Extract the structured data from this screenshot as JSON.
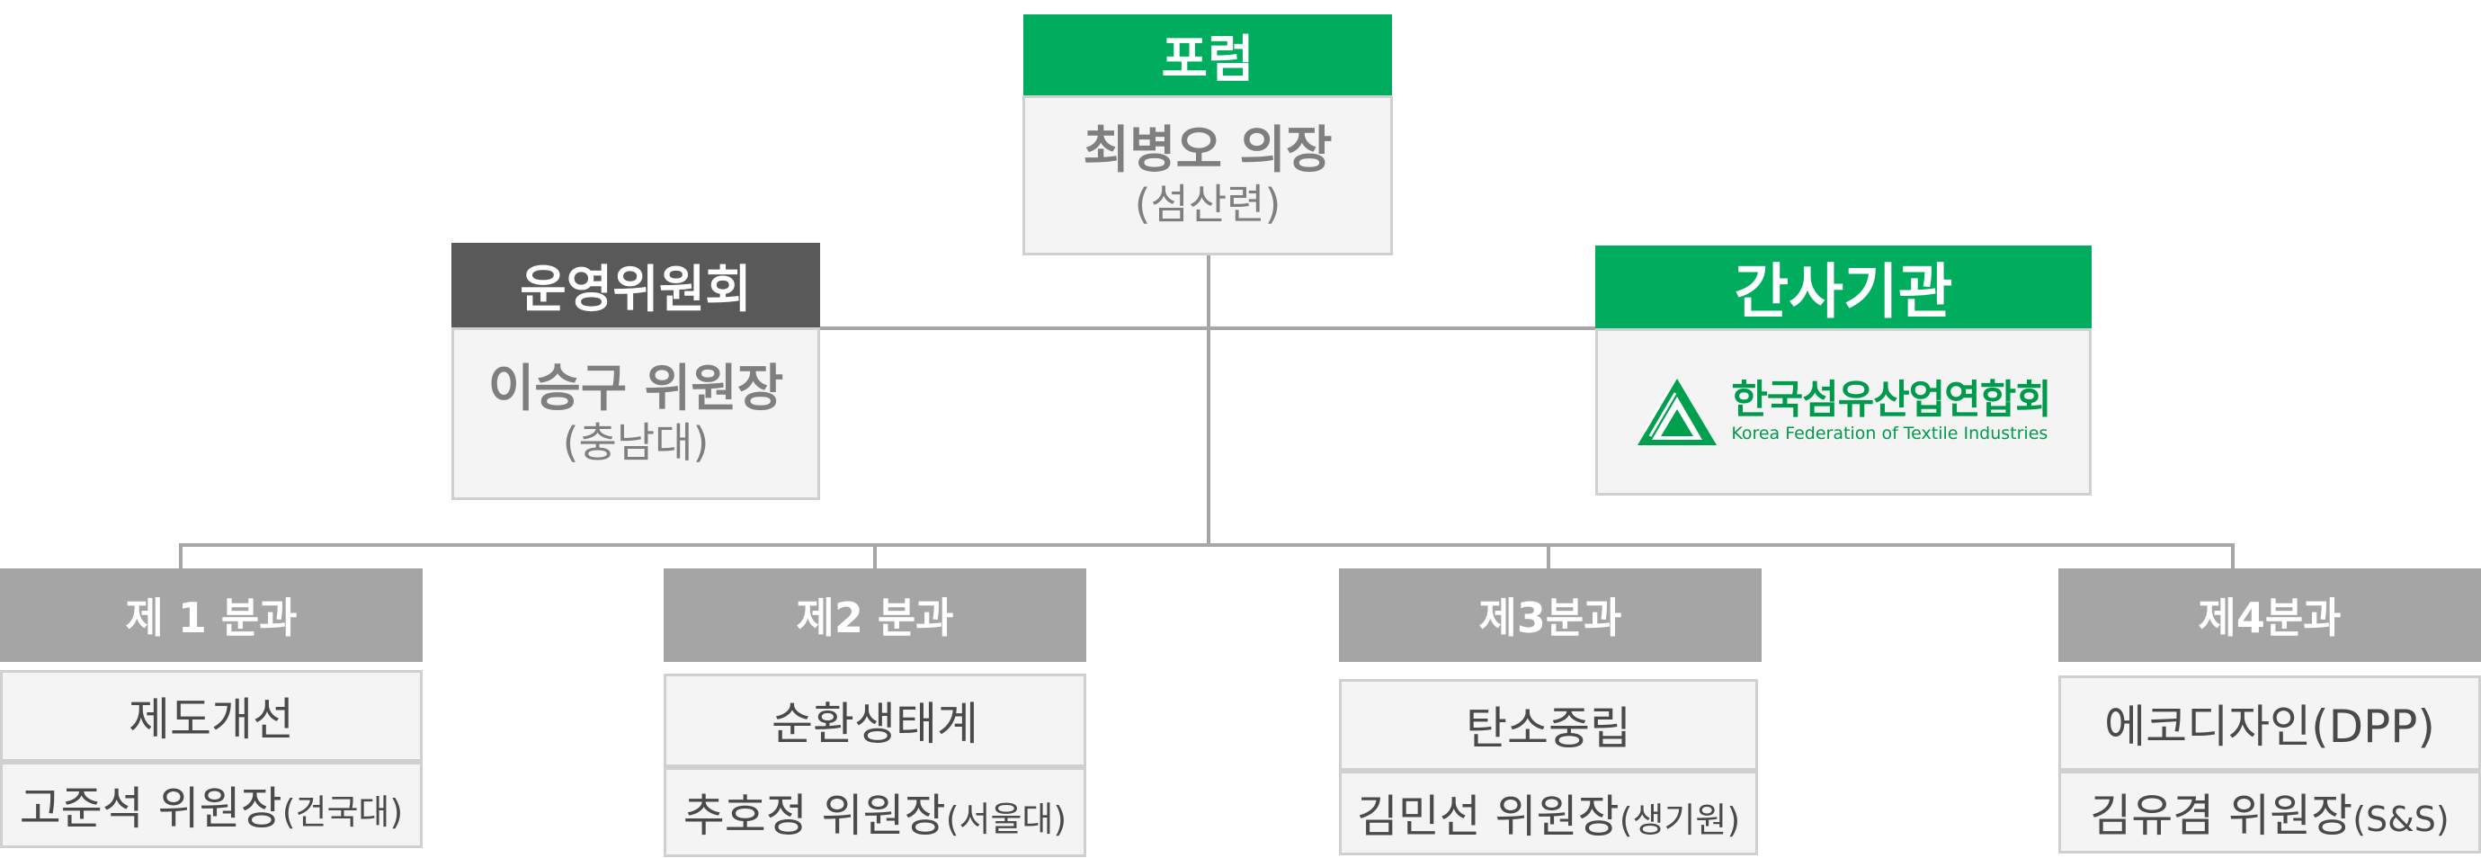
{
  "forum": {
    "header": "포럼",
    "chair": "최병오 의장",
    "affiliation": "(섬산련)"
  },
  "steering": {
    "header": "운영위원회",
    "chair": "이승구 위원장",
    "affiliation": "(충남대)"
  },
  "secretariat": {
    "header": "간사기관",
    "logo_ko": "한국섬유산업연합회",
    "logo_en": "Korea Federation of Textile Industries"
  },
  "divisions": [
    {
      "header": "제 1 분과",
      "topic": "제도개선",
      "chair": "고준석 위원장",
      "affiliation": "(건국대)"
    },
    {
      "header": "제2 분과",
      "topic": "순환생태계",
      "chair": "추호정 위원장",
      "affiliation": "(서울대)"
    },
    {
      "header": "제3분과",
      "topic": "탄소중립",
      "chair": "김민선 위원장",
      "affiliation": "(생기원)"
    },
    {
      "header": "제4분과",
      "topic": "에코디자인(DPP)",
      "chair": "김유겸 위원장",
      "affiliation": "(S&S)"
    }
  ],
  "colors": {
    "green": "#00ad5f",
    "dark_header": "#595959",
    "gray_header": "#a5a5a5",
    "connector": "#a6a6a6"
  }
}
